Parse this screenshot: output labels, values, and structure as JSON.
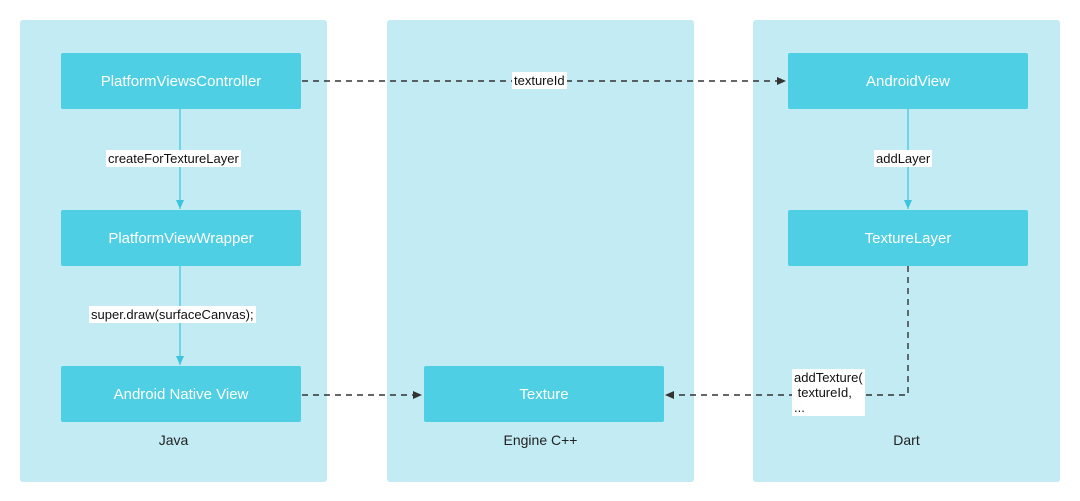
{
  "panels": {
    "java": "Java",
    "engine": "Engine C++",
    "dart": "Dart"
  },
  "nodes": {
    "platform_views_controller": "PlatformViewsController",
    "platform_view_wrapper": "PlatformViewWrapper",
    "android_native_view": "Android Native View",
    "texture": "Texture",
    "android_view": "AndroidView",
    "texture_layer": "TextureLayer"
  },
  "edges": {
    "texture_id": "textureId",
    "create_for_texture_layer": "createForTextureLayer",
    "super_draw": "super.draw(surfaceCanvas);",
    "add_layer": "addLayer",
    "add_texture_line1": "addTexture(",
    "add_texture_line2": " textureId,",
    "add_texture_line3": "..."
  },
  "colors": {
    "panel": "#c2ebf3",
    "node": "#4ecfe4",
    "solid_arrow": "#3cc4dc",
    "dashed_arrow": "#333333"
  }
}
